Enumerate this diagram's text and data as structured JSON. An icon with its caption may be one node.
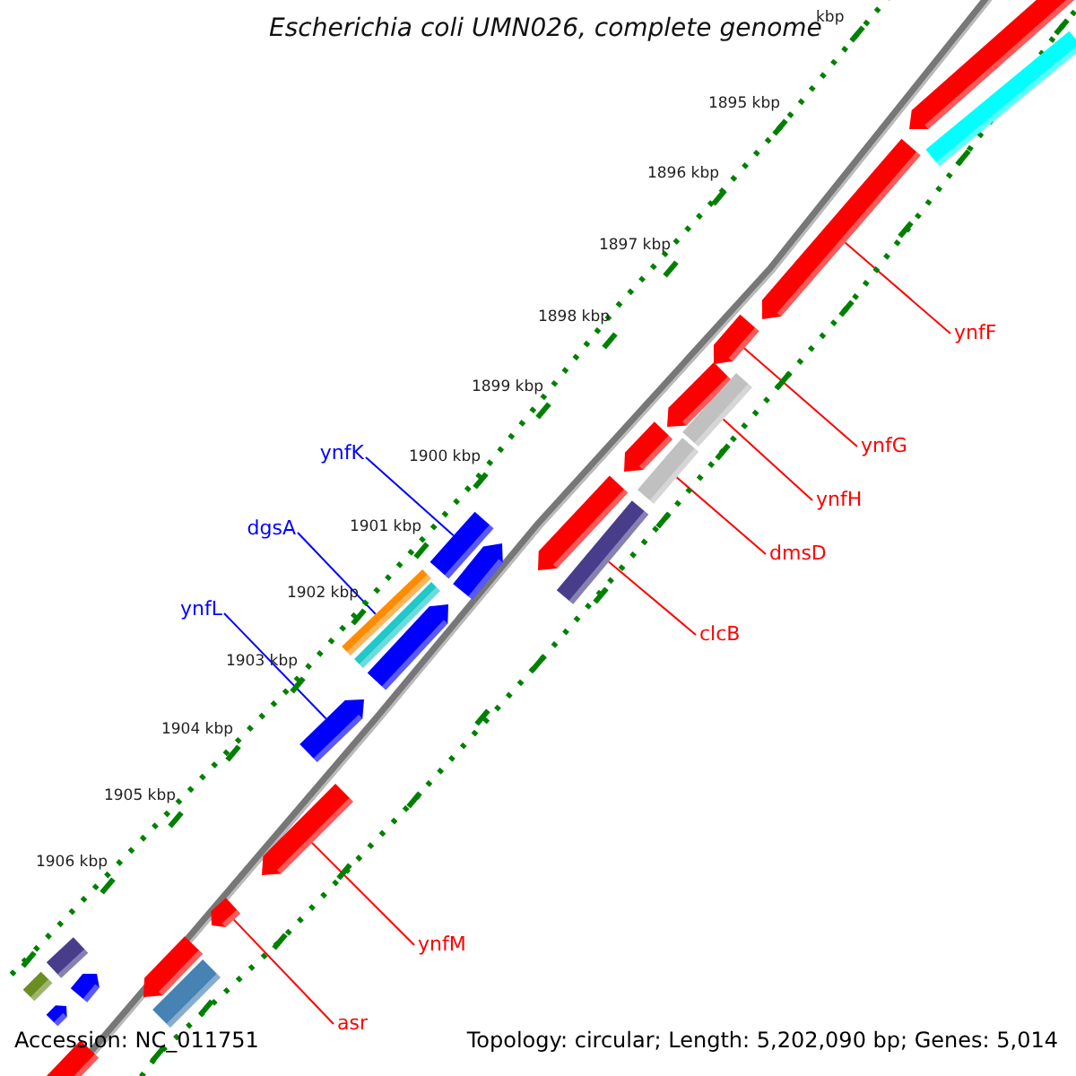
{
  "diagram": {
    "title": "Escherichia coli UMN026, complete genome",
    "nodes": [
      {
        "text": [
          "ynfF"
        ]
      },
      {
        "text": [
          "ynfG"
        ]
      },
      {
        "text": [
          "ynfK"
        ]
      },
      {
        "text": [
          "ynfH"
        ]
      },
      {
        "text": [
          "dgsA"
        ]
      },
      {
        "text": [
          "dmsD"
        ]
      },
      {
        "text": [
          "ynfL"
        ]
      },
      {
        "text": [
          "clcB"
        ]
      },
      {
        "text": [
          "ynfM"
        ]
      },
      {
        "text": [
          "asr"
        ]
      },
      {
        "text": [],
        "shape": "arrow"
      },
      {
        "text": [],
        "shape": "bar"
      },
      {
        "text": [],
        "shape": "arrow"
      },
      {
        "text": [],
        "shape": "arrow"
      },
      {
        "text": [],
        "shape": "arrow"
      },
      {
        "text": [],
        "shape": "bar"
      },
      {
        "text": [],
        "shape": "arrow"
      },
      {
        "text": [],
        "shape": "bar"
      },
      {
        "text": [],
        "shape": "arrow"
      },
      {
        "text": [],
        "shape": "bar"
      },
      {
        "text": [],
        "shape": "bar"
      },
      {
        "text": [],
        "shape": "arrow"
      },
      {
        "text": [],
        "shape": "bar"
      },
      {
        "text": [],
        "shape": "bar"
      },
      {
        "text": [],
        "shape": "arrow"
      },
      {
        "text": [],
        "shape": "arrow"
      },
      {
        "text": [],
        "shape": "arrow"
      },
      {
        "text": [],
        "shape": "arrow"
      },
      {
        "text": [],
        "shape": "arrow"
      },
      {
        "text": [],
        "shape": "bar"
      },
      {
        "text": [],
        "shape": "bar"
      },
      {
        "text": [],
        "shape": "arrow"
      },
      {
        "text": [],
        "shape": "bar"
      },
      {
        "text": [],
        "shape": "arrow"
      },
      {
        "text": [],
        "shape": "bar"
      }
    ],
    "edges": [
      {
        "from": 0,
        "to": 12,
        "arrow": "none"
      },
      {
        "from": 1,
        "to": 13,
        "arrow": "none"
      },
      {
        "from": 2,
        "to": 20,
        "arrow": "none",
        "color": "#0000ff"
      },
      {
        "from": 3,
        "to": 15,
        "arrow": "none"
      },
      {
        "from": 4,
        "to": 22,
        "arrow": "none",
        "color": "#0000ff"
      },
      {
        "from": 5,
        "to": 17,
        "arrow": "none"
      },
      {
        "from": 6,
        "to": 25,
        "arrow": "none",
        "color": "#0000ff"
      },
      {
        "from": 7,
        "to": 19,
        "arrow": "none"
      },
      {
        "from": 8,
        "to": 26,
        "arrow": "none"
      },
      {
        "from": 9,
        "to": 27,
        "arrow": "none"
      }
    ],
    "labels": [
      "kbp",
      "1895 kbp",
      "1896 kbp",
      "1897 kbp",
      "1898 kbp",
      "1899 kbp",
      "1900 kbp",
      "1901 kbp",
      "1902 kbp",
      "1903 kbp",
      "1904 kbp",
      "1905 kbp",
      "1906 kbp",
      "Accession: NC_011751",
      "Topology: circular; Length: 5,202,090 bp; Genes: 5,014"
    ]
  }
}
